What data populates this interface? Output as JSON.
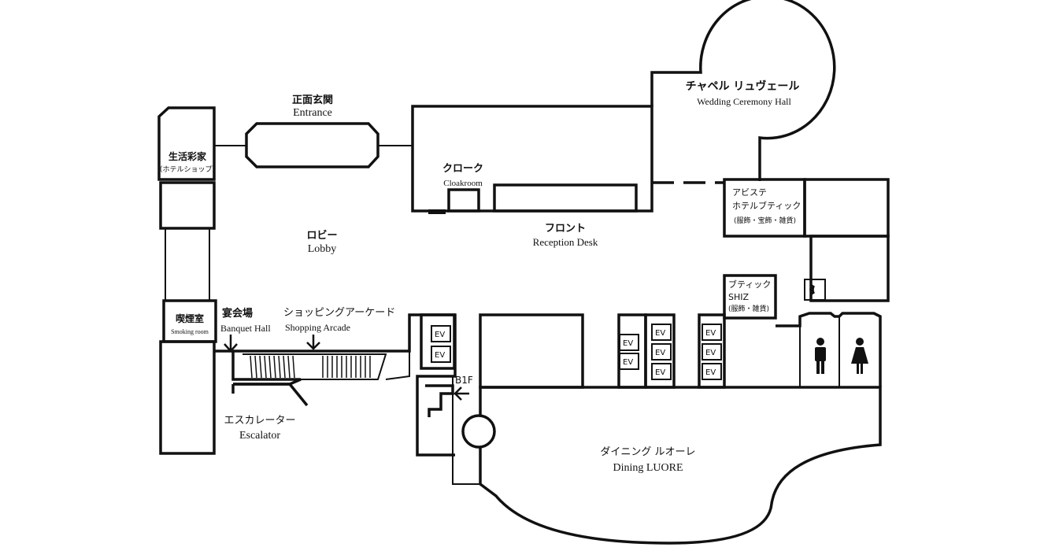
{
  "map": {
    "entrance": {
      "jp": "正面玄関",
      "en": "Entrance"
    },
    "seikatsu": {
      "jp": "生活彩家",
      "sub": "（ホテルショップ）"
    },
    "cloakroom": {
      "jp": "クローク",
      "en": "Cloakroom"
    },
    "reception": {
      "jp": "フロント",
      "en": "Reception Desk"
    },
    "lobby": {
      "jp": "ロビー",
      "en": "Lobby"
    },
    "chapel": {
      "jp": "チャペル リュヴェール",
      "en": "Wedding Ceremony Hall"
    },
    "abisute": {
      "line1": "アビステ",
      "line2": "ホテルブティック",
      "line3": "(服飾・宝飾・雑貨)"
    },
    "shiz": {
      "line1": "ブティック",
      "line2": "SHIZ",
      "line3": "(服飾・雑貨)"
    },
    "smoking": {
      "jp": "喫煙室",
      "en": "Smoking room"
    },
    "banquet": {
      "jp": "宴会場",
      "en": "Banquet Hall"
    },
    "shopping": {
      "jp": "ショッピングアーケード",
      "en": "Shopping Arcade"
    },
    "escalator": {
      "jp": "エスカレーター",
      "en": "Escalator"
    },
    "b1f": "B1F",
    "ev": "EV",
    "dining": {
      "jp": "ダイニング ルオーレ",
      "en": "Dining LUORE"
    },
    "icons": [
      "phone-icon",
      "male-restroom-icon",
      "female-restroom-icon",
      "arrow-down-icon",
      "arrow-left-icon"
    ]
  }
}
